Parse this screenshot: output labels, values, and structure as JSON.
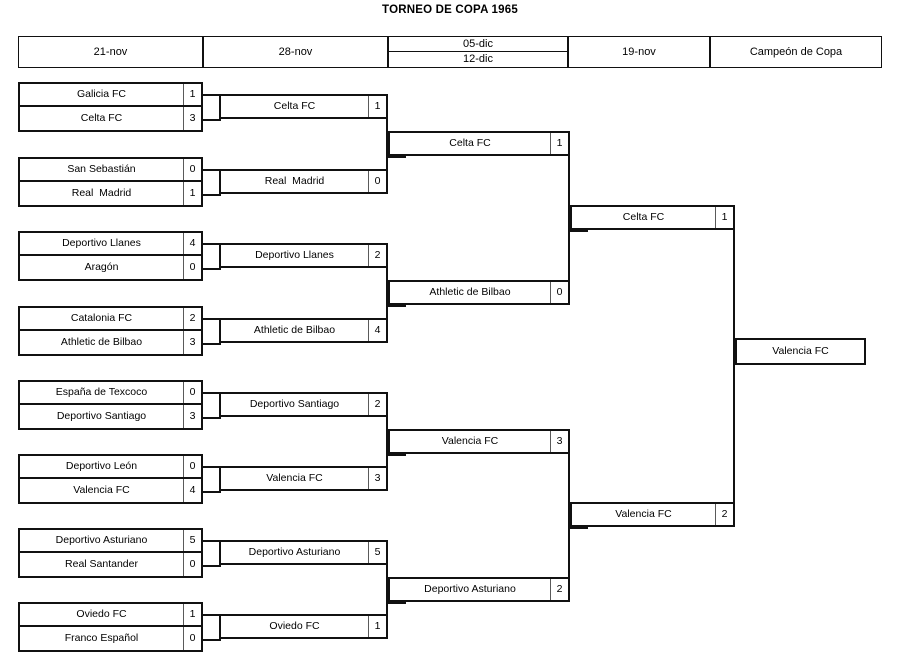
{
  "title": "TORNEO DE COPA 1965",
  "headers": [
    {
      "label": "21-nov"
    },
    {
      "label": "28-nov"
    },
    {
      "label_top": "05-dic",
      "label_bottom": "12-dic"
    },
    {
      "label": "19-nov"
    },
    {
      "label": "Campeón de Copa"
    }
  ],
  "rounds": {
    "round1": [
      {
        "top": {
          "team": "Galicia FC",
          "score": "1"
        },
        "bottom": {
          "team": "Celta FC",
          "score": "3"
        }
      },
      {
        "top": {
          "team": "San Sebastián",
          "score": "0"
        },
        "bottom": {
          "team": "Real  Madrid",
          "score": "1"
        }
      },
      {
        "top": {
          "team": "Deportivo Llanes",
          "score": "4"
        },
        "bottom": {
          "team": "Aragón",
          "score": "0"
        }
      },
      {
        "top": {
          "team": "Catalonia FC",
          "score": "2"
        },
        "bottom": {
          "team": "Athletic de Bilbao",
          "score": "3"
        }
      },
      {
        "top": {
          "team": "España de Texcoco",
          "score": "0"
        },
        "bottom": {
          "team": "Deportivo Santiago",
          "score": "3"
        }
      },
      {
        "top": {
          "team": "Deportivo León",
          "score": "0"
        },
        "bottom": {
          "team": "Valencia FC",
          "score": "4"
        }
      },
      {
        "top": {
          "team": "Deportivo Asturiano",
          "score": "5"
        },
        "bottom": {
          "team": "Real Santander",
          "score": "0"
        }
      },
      {
        "top": {
          "team": "Oviedo FC",
          "score": "1"
        },
        "bottom": {
          "team": "Franco Español",
          "score": "0"
        }
      }
    ],
    "round2": [
      {
        "team": "Celta FC",
        "score": "1"
      },
      {
        "team": "Real  Madrid",
        "score": "0"
      },
      {
        "team": "Deportivo Llanes",
        "score": "2"
      },
      {
        "team": "Athletic de Bilbao",
        "score": "4"
      },
      {
        "team": "Deportivo Santiago",
        "score": "2"
      },
      {
        "team": "Valencia FC",
        "score": "3"
      },
      {
        "team": "Deportivo Asturiano",
        "score": "5"
      },
      {
        "team": "Oviedo FC",
        "score": "1"
      }
    ],
    "round3": [
      {
        "team": "Celta FC",
        "score": "1"
      },
      {
        "team": "Athletic de Bilbao",
        "score": "0"
      },
      {
        "team": "Valencia FC",
        "score": "3"
      },
      {
        "team": "Deportivo Asturiano",
        "score": "2"
      }
    ],
    "round4": [
      {
        "team": "Celta FC",
        "score": "1"
      },
      {
        "team": "Valencia FC",
        "score": "2"
      }
    ],
    "champion": {
      "team": "Valencia FC"
    }
  },
  "colors": {
    "line": "#111111",
    "background": "#ffffff",
    "text": "#000000"
  }
}
